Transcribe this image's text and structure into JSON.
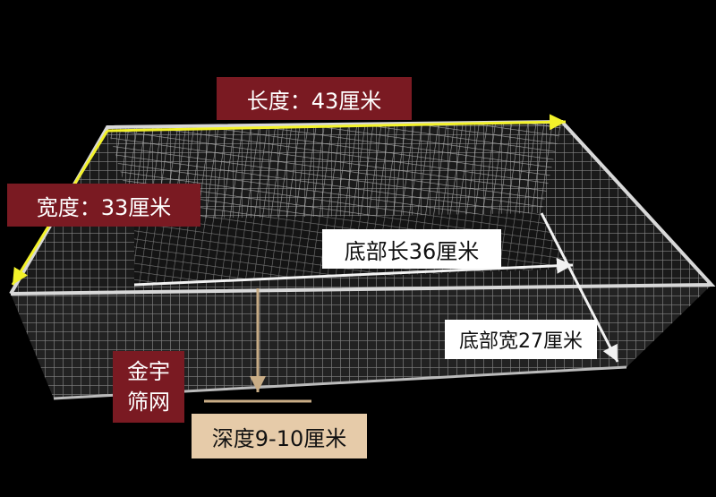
{
  "labels": {
    "length": "长度：43厘米",
    "width": "宽度：33厘米",
    "bottom_length": "底部长36厘米",
    "bottom_width": "底部宽27厘米",
    "brand_line1": "金宇",
    "brand_line2": "筛网",
    "depth": "深度9-10厘米"
  },
  "colors": {
    "background": "#000000",
    "label_red": "#7a1a22",
    "label_white": "#ffffff",
    "label_tan": "#e6cba9",
    "measure_yellow": "#f3f22a",
    "measure_arrow_white": "#f2f2f2",
    "depth_arrow": "#c9ad86"
  }
}
